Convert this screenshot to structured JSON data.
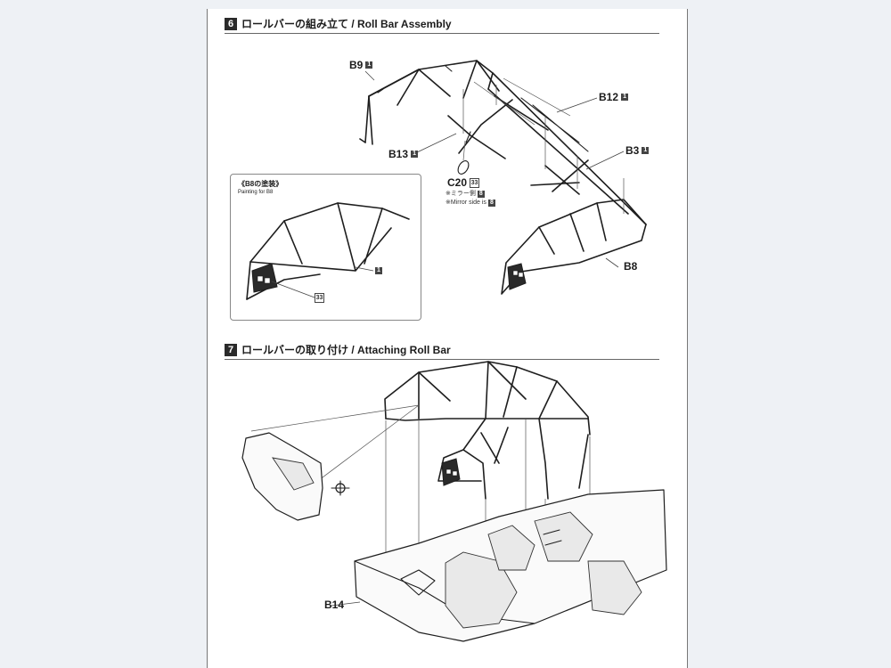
{
  "steps": [
    {
      "number": "6",
      "title": "ロールバーの組み立て / Roll Bar Assembly"
    },
    {
      "number": "7",
      "title": "ロールバーの取り付け / Attaching Roll Bar"
    }
  ],
  "parts": {
    "b9": {
      "name": "B9",
      "qty": "1"
    },
    "b12": {
      "name": "B12",
      "qty": "1"
    },
    "b13": {
      "name": "B13",
      "qty": "1"
    },
    "b3": {
      "name": "B3",
      "qty": "1"
    },
    "c20": {
      "name": "C20",
      "qty": "33"
    },
    "b8": {
      "name": "B8"
    },
    "b14": {
      "name": "B14"
    }
  },
  "c20_notes": [
    {
      "text": "※ミラー側",
      "badge": "8"
    },
    {
      "text": "※Mirror side is",
      "badge": "8"
    }
  ],
  "inset": {
    "title": "《B8の塗装》",
    "subtitle": "Painting for B8",
    "callouts": [
      "1",
      "33"
    ]
  },
  "colors": {
    "ink": "#1e1e1e",
    "paper": "#ffffff",
    "background": "#eef1f5"
  }
}
